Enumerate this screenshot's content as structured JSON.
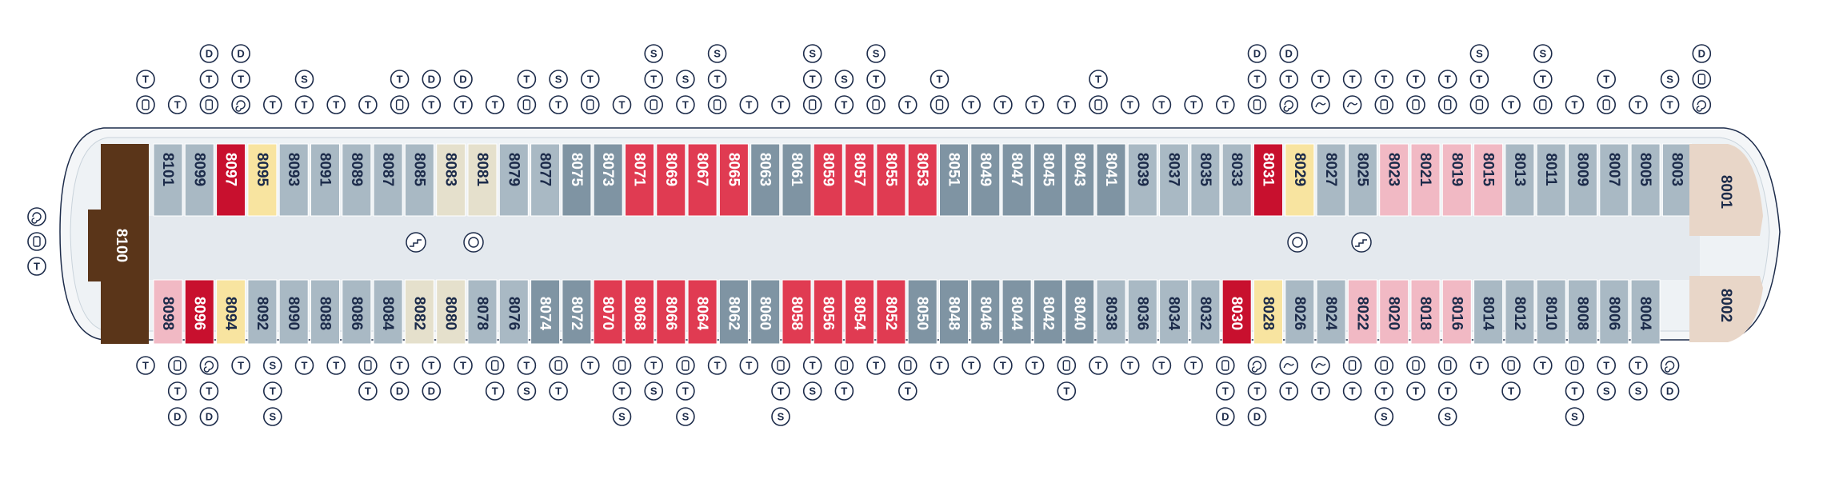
{
  "deck": {
    "row_top_upper": [
      "8101",
      "8099",
      "8097",
      "8095",
      "8093",
      "8091",
      "8089",
      "8087",
      "8085",
      "8083",
      "8081",
      "8079",
      "8077",
      "8075",
      "8073",
      "8071",
      "8069",
      "8067",
      "8065",
      "8063",
      "8061",
      "8059",
      "8057",
      "8055",
      "8053",
      "8051",
      "8049",
      "8047",
      "8045",
      "8043",
      "8041",
      "8039",
      "8037",
      "8035",
      "8033",
      "8031",
      "8029",
      "8027",
      "8025",
      "8023",
      "8021",
      "8019",
      "8015",
      "8013",
      "8011",
      "8009",
      "8007",
      "8005",
      "8003"
    ],
    "row_bottom": [
      "8098",
      "8096",
      "8094",
      "8092",
      "8090",
      "8088",
      "8086",
      "8084",
      "8082",
      "8080",
      "8078",
      "8076",
      "8074",
      "8072",
      "8070",
      "8068",
      "8066",
      "8064",
      "8062",
      "8060",
      "8058",
      "8056",
      "8054",
      "8052",
      "8050",
      "8048",
      "8046",
      "8044",
      "8042",
      "8040",
      "8038",
      "8036",
      "8034",
      "8032",
      "8030",
      "8028",
      "8026",
      "8024",
      "8022",
      "8020",
      "8018",
      "8016",
      "8014",
      "8012",
      "8010",
      "8008",
      "8006",
      "8004"
    ],
    "aft_suite": "8100",
    "fwd_top": "8001",
    "fwd_bottom": "8002"
  },
  "symbols": {
    "top": [
      [
        "T",
        "bath"
      ],
      [
        "T"
      ],
      [
        "D",
        "T",
        "bath"
      ],
      [
        "D",
        "T",
        "spa"
      ],
      [
        "T"
      ],
      [
        "S",
        "T"
      ],
      [
        "T"
      ],
      [
        "T"
      ],
      [
        "T",
        "bath"
      ],
      [
        "D",
        "T"
      ],
      [
        "D",
        "T"
      ],
      [
        "T"
      ],
      [
        "T",
        "bath"
      ],
      [
        "S",
        "T"
      ],
      [
        "T",
        "bath"
      ],
      [
        "T"
      ],
      [
        "S",
        "T",
        "bath"
      ],
      [
        "S",
        "T"
      ],
      [
        "S",
        "T",
        "bath"
      ],
      [
        "T"
      ],
      [
        "T"
      ],
      [
        "S",
        "T",
        "bath"
      ],
      [
        "S",
        "T"
      ],
      [
        "S",
        "T",
        "bath"
      ],
      [
        "T"
      ],
      [
        "T",
        "bath"
      ],
      [
        "T"
      ],
      [
        "T"
      ],
      [
        "T"
      ],
      [
        "T"
      ],
      [
        "T",
        "bath"
      ],
      [
        "T"
      ],
      [
        "T"
      ],
      [
        "T"
      ],
      [
        "T"
      ],
      [
        "D",
        "T",
        "bath"
      ],
      [
        "D",
        "T",
        "spa"
      ],
      [
        "T",
        "lounge"
      ],
      [
        "T",
        "lounge"
      ],
      [
        "T",
        "bath"
      ],
      [
        "T",
        "bath"
      ],
      [
        "T",
        "bath"
      ],
      [
        "S",
        "T",
        "bath"
      ],
      [
        "T"
      ],
      [
        "S",
        "T",
        "bath"
      ],
      [
        "T"
      ],
      [
        "T",
        "bath"
      ],
      [
        "T"
      ],
      [
        "S",
        "T"
      ],
      [
        "D",
        "bath",
        "spa"
      ]
    ],
    "bottom": [
      [
        "T"
      ],
      [
        "bath",
        "T",
        "D"
      ],
      [
        "spa",
        "T",
        "D"
      ],
      [
        "T"
      ],
      [
        "S",
        "T",
        "S"
      ],
      [
        "T"
      ],
      [
        "T"
      ],
      [
        "bath",
        "T"
      ],
      [
        "T",
        "D"
      ],
      [
        "T",
        "D"
      ],
      [
        "T"
      ],
      [
        "bath",
        "T"
      ],
      [
        "T",
        "S"
      ],
      [
        "bath",
        "T"
      ],
      [
        "T"
      ],
      [
        "bath",
        "T",
        "S"
      ],
      [
        "T",
        "S"
      ],
      [
        "bath",
        "T",
        "S"
      ],
      [
        "T"
      ],
      [
        "T"
      ],
      [
        "bath",
        "T",
        "S"
      ],
      [
        "T",
        "S"
      ],
      [
        "bath",
        "T"
      ],
      [
        "T"
      ],
      [
        "bath",
        "T"
      ],
      [
        "T"
      ],
      [
        "T"
      ],
      [
        "T"
      ],
      [
        "T"
      ],
      [
        "bath",
        "T"
      ],
      [
        "T"
      ],
      [
        "T"
      ],
      [
        "T"
      ],
      [
        "T"
      ],
      [
        "bath",
        "T",
        "D"
      ],
      [
        "spa",
        "T",
        "D"
      ],
      [
        "lounge",
        "T"
      ],
      [
        "lounge",
        "T"
      ],
      [
        "bath",
        "T"
      ],
      [
        "bath",
        "T",
        "S"
      ],
      [
        "bath",
        "T"
      ],
      [
        "bath",
        "T",
        "S"
      ],
      [
        "T"
      ],
      [
        "bath",
        "T"
      ],
      [
        "T"
      ],
      [
        "bath",
        "T",
        "S"
      ],
      [
        "T",
        "S"
      ],
      [
        "T",
        "S"
      ],
      [
        "spa",
        "D"
      ]
    ],
    "aft": [
      "spa",
      "bath",
      "T"
    ]
  },
  "colors": {
    "red": "#e03b52",
    "darkred": "#c8102e",
    "pink": "#f1b9c4",
    "yellow": "#f8e4a0",
    "beige": "#e5e0cc",
    "gray": "#a9b9c4",
    "slate": "#7f94a3",
    "brown": "#5a3519",
    "tan": "#e8d6c8",
    "navy": "#1c2b4a"
  }
}
